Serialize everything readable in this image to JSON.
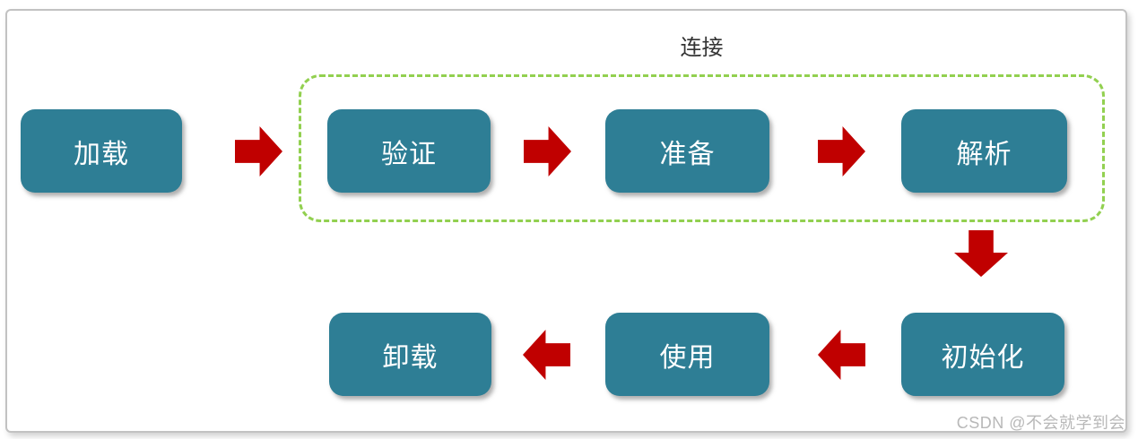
{
  "page": {
    "watermark": "CSDN @不会就学到会"
  },
  "diagram": {
    "group": {
      "label": "连接",
      "contains": [
        "验证",
        "准备",
        "解析"
      ]
    },
    "boxes": [
      {
        "name": "load",
        "label": "加载"
      },
      {
        "name": "verify",
        "label": "验证"
      },
      {
        "name": "prepare",
        "label": "准备"
      },
      {
        "name": "resolve",
        "label": "解析"
      },
      {
        "name": "initialize",
        "label": "初始化"
      },
      {
        "name": "use",
        "label": "使用"
      },
      {
        "name": "unload",
        "label": "卸载"
      }
    ],
    "arrows": [
      {
        "name": "load-to-verify",
        "direction": "right"
      },
      {
        "name": "verify-to-prepare",
        "direction": "right"
      },
      {
        "name": "prepare-to-resolve",
        "direction": "right"
      },
      {
        "name": "resolve-to-initialize",
        "direction": "down"
      },
      {
        "name": "initialize-to-use",
        "direction": "left"
      },
      {
        "name": "use-to-unload",
        "direction": "left"
      }
    ],
    "colors": {
      "box_fill": "#2e7e95",
      "box_text": "#ffffff",
      "arrow_fill": "#c00000",
      "group_border": "#92d050",
      "group_label_text": "#333333",
      "watermark_text": "#b8b8b8",
      "frame_border": "#c2c2c2"
    }
  }
}
